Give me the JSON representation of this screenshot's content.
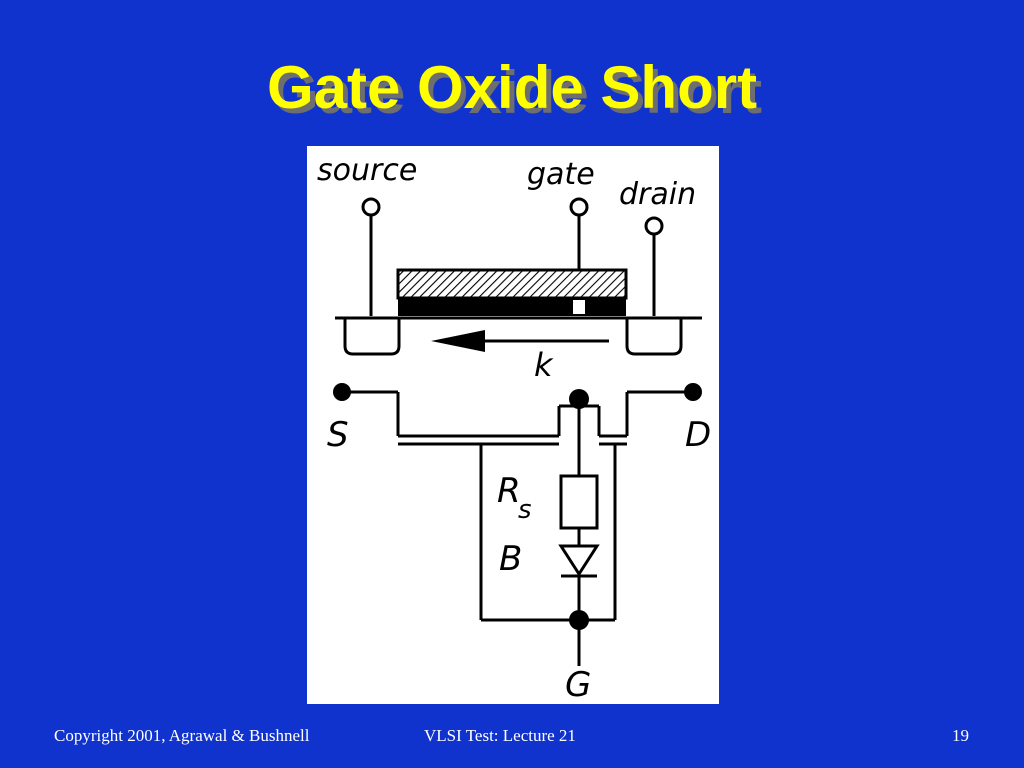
{
  "slide": {
    "title": "Gate Oxide Short"
  },
  "diagram": {
    "labels": {
      "source": "source",
      "gate": "gate",
      "drain": "drain",
      "k": "k",
      "S": "S",
      "D": "D",
      "R": "R",
      "R_sub": "s",
      "B": "B",
      "G": "G"
    }
  },
  "footer": {
    "copyright": "Copyright 2001, Agrawal & Bushnell",
    "course": "VLSI Test: Lecture 21",
    "page": "19"
  }
}
